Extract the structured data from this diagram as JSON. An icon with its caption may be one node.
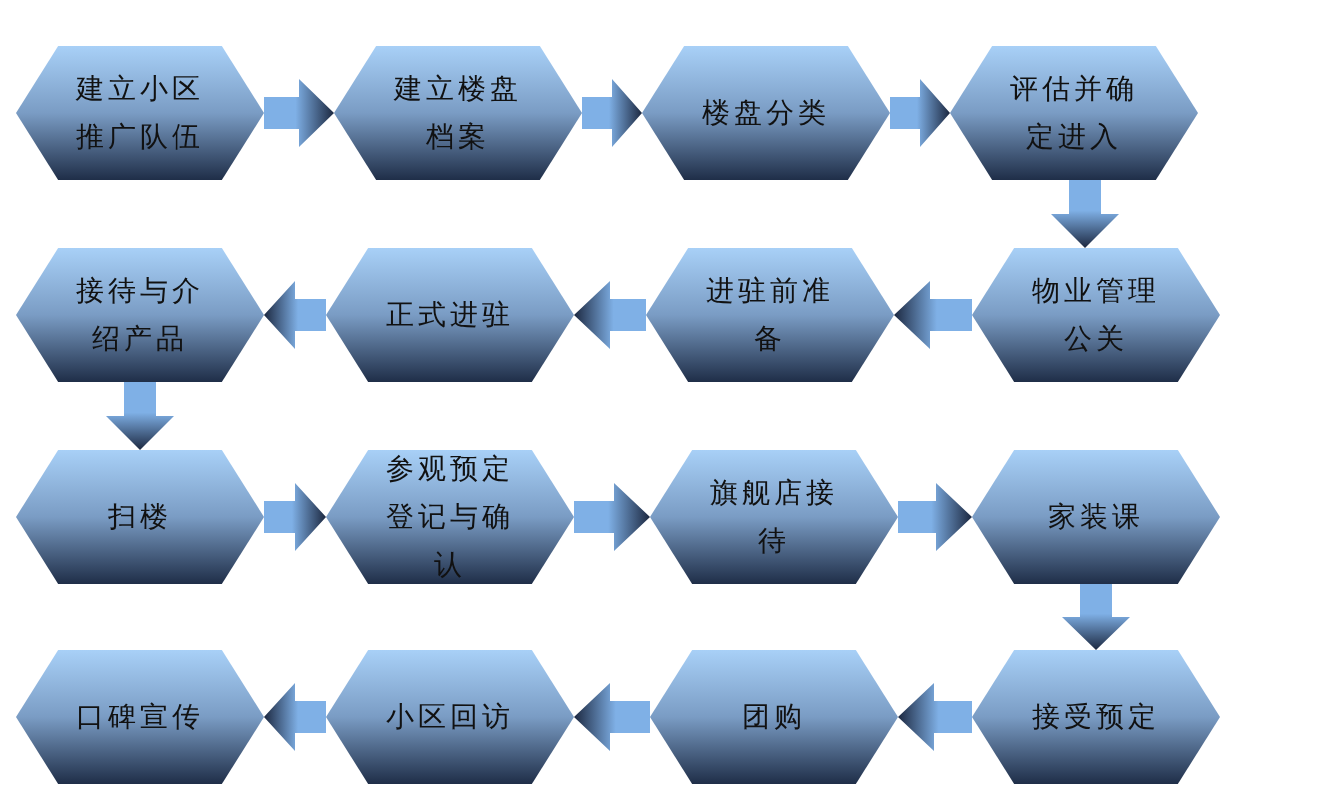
{
  "diagram": {
    "nodes": [
      {
        "text": [
          "建立小区推广队伍"
        ]
      },
      {
        "text": [
          "建立楼盘档案"
        ]
      },
      {
        "text": [
          "楼盘分类"
        ]
      },
      {
        "text": [
          "评估并确定进入"
        ]
      },
      {
        "text": [
          "物业管理公关"
        ]
      },
      {
        "text": [
          "进驻前准备"
        ]
      },
      {
        "text": [
          "正式进驻"
        ]
      },
      {
        "text": [
          "接待与介绍产品"
        ]
      },
      {
        "text": [
          "扫楼"
        ]
      },
      {
        "text": [
          "参观预定登记与确认"
        ]
      },
      {
        "text": [
          "旗舰店接待"
        ]
      },
      {
        "text": [
          "家装课"
        ]
      },
      {
        "text": [
          "接受预定"
        ]
      },
      {
        "text": [
          "团购"
        ]
      },
      {
        "text": [
          "小区回访"
        ]
      },
      {
        "text": [
          "口碑宣传"
        ]
      }
    ],
    "edges": [
      {
        "from": 0,
        "to": 1,
        "arrow": "to"
      },
      {
        "from": 1,
        "to": 2,
        "arrow": "to"
      },
      {
        "from": 2,
        "to": 3,
        "arrow": "to"
      },
      {
        "from": 3,
        "to": 4,
        "arrow": "to"
      },
      {
        "from": 4,
        "to": 5,
        "arrow": "to"
      },
      {
        "from": 5,
        "to": 6,
        "arrow": "to"
      },
      {
        "from": 6,
        "to": 7,
        "arrow": "to"
      },
      {
        "from": 7,
        "to": 8,
        "arrow": "to"
      },
      {
        "from": 8,
        "to": 9,
        "arrow": "to"
      },
      {
        "from": 9,
        "to": 10,
        "arrow": "to"
      },
      {
        "from": 10,
        "to": 11,
        "arrow": "to"
      },
      {
        "from": 11,
        "to": 12,
        "arrow": "to"
      },
      {
        "from": 12,
        "to": 13,
        "arrow": "to"
      },
      {
        "from": 13,
        "to": 14,
        "arrow": "to"
      },
      {
        "from": 14,
        "to": 15,
        "arrow": "to"
      }
    ]
  }
}
